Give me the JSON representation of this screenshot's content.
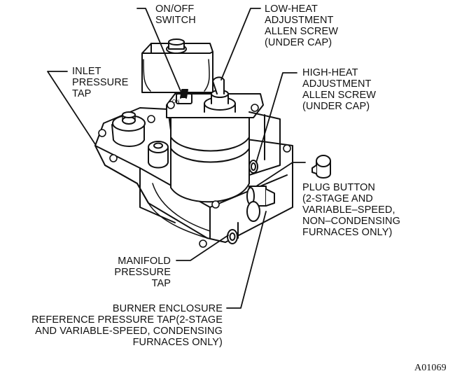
{
  "labels": {
    "on_off_switch": "ON/OFF\nSWITCH",
    "low_heat": "LOW-HEAT\nADJUSTMENT\nALLEN SCREW\n(UNDER CAP)",
    "inlet_tap": "INLET\nPRESSURE\nTAP",
    "high_heat": "HIGH-HEAT\nADJUSTMENT\nALLEN SCREW\n(UNDER CAP)",
    "plug_button": "PLUG BUTTON\n(2-STAGE AND\nVARIABLE–SPEED,\nNON–CONDENSING\nFURNACES ONLY)",
    "manifold_tap": "MANIFOLD\nPRESSURE\nTAP",
    "burner_enclosure": "BURNER ENCLOSURE\nREFERENCE PRESSURE TAP(2-STAGE\nAND VARIABLE-SPEED, CONDENSING\nFURNACES ONLY)",
    "switch_on_marking": "ON"
  },
  "figure_code": "A01069"
}
